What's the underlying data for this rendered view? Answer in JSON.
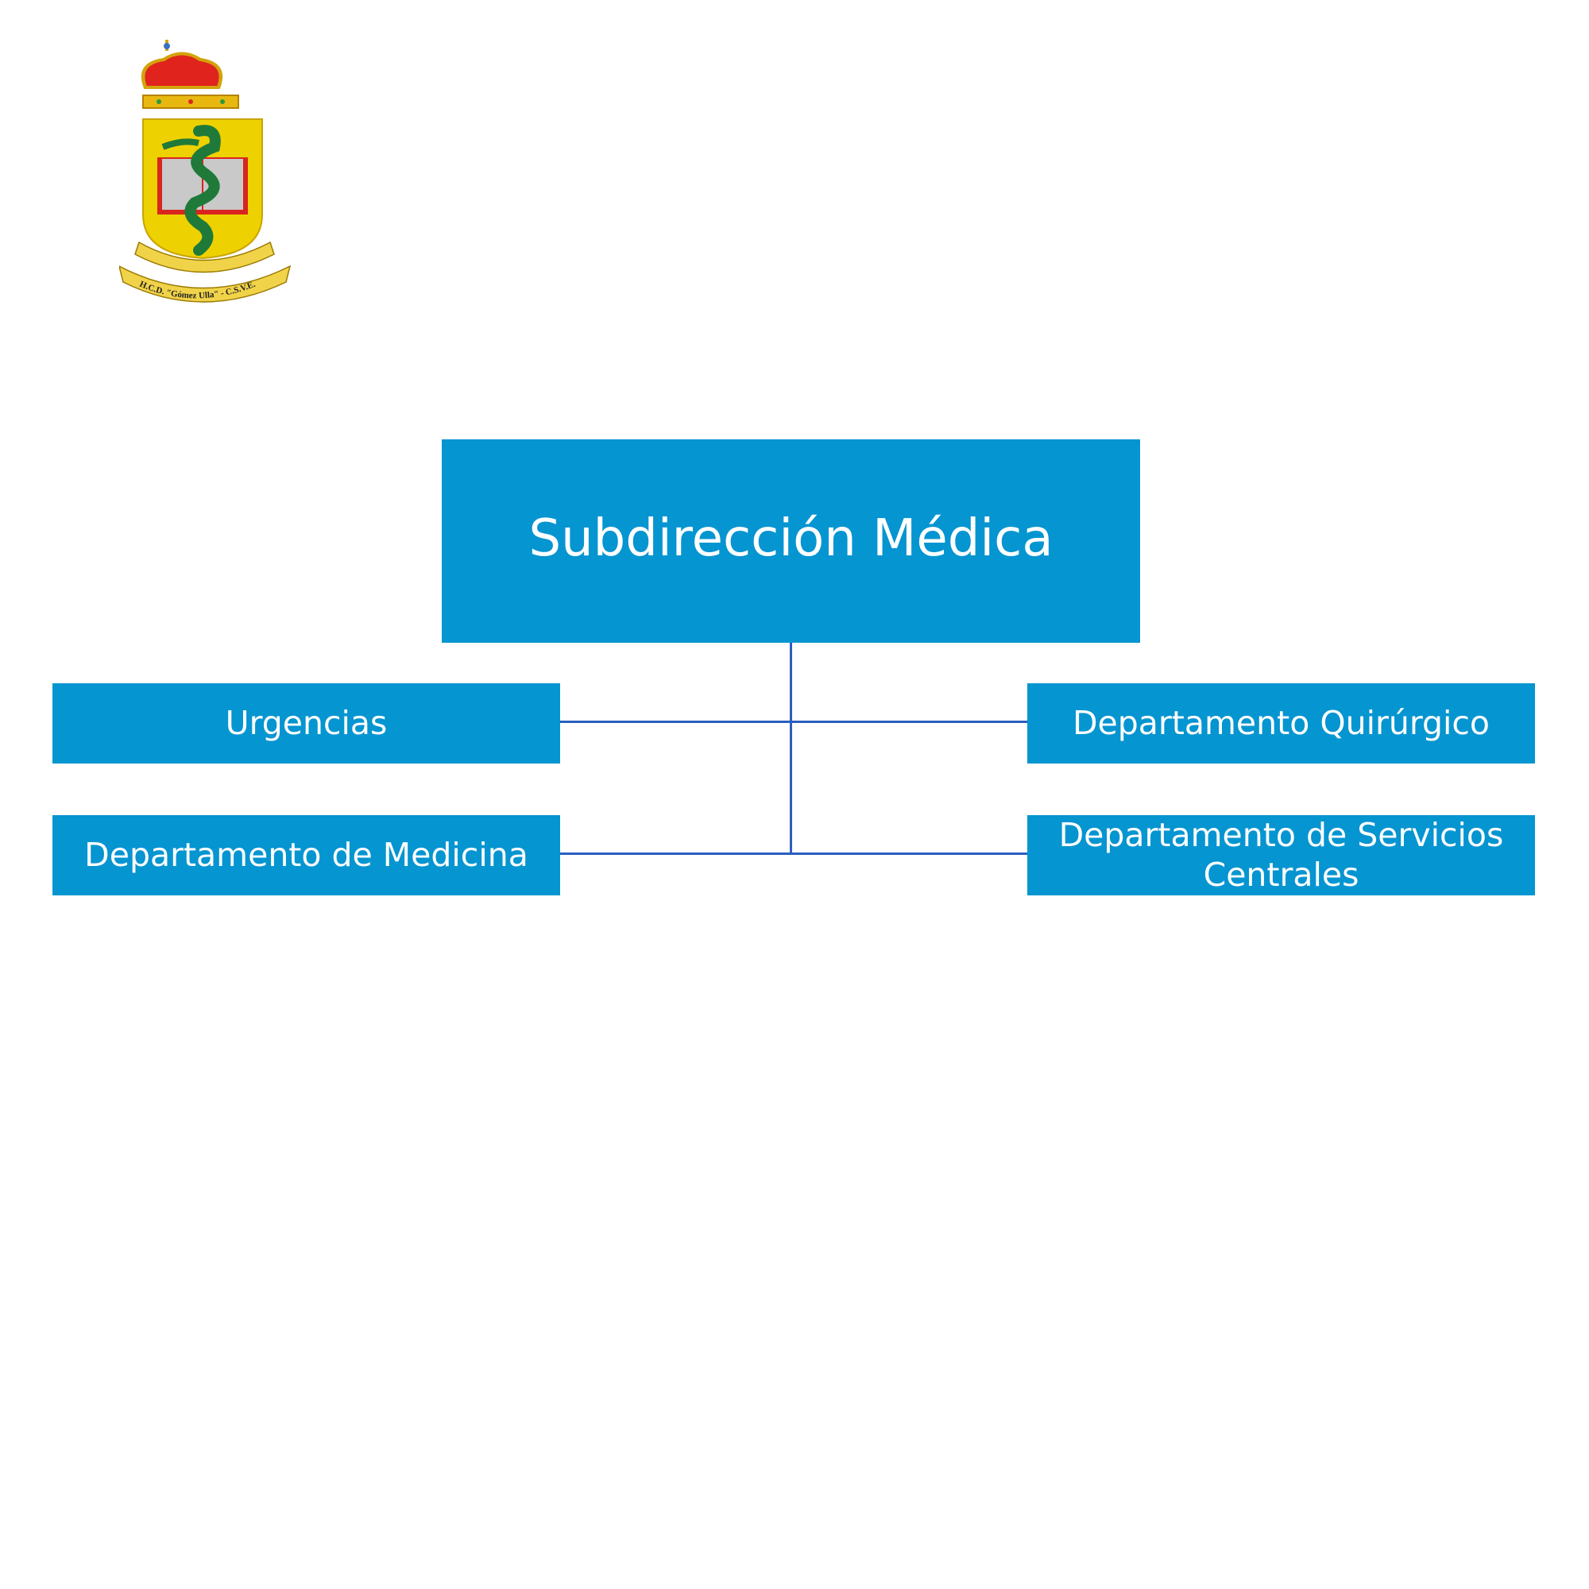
{
  "logo": {
    "name": "H.C.D. Gómez Ulla coat of arms",
    "ribbon_text": "H.C.D. \"Gómez Ulla\" - C.S.V.E."
  },
  "org_chart": {
    "root": "Subdirección Médica",
    "children": [
      "Urgencias",
      "Departamento Quirúrgico",
      "Departamento de Medicina",
      "Departamento de Servicios Centrales"
    ]
  },
  "colors": {
    "box": "#0595d1",
    "connector": "#2a5fbf",
    "text": "#ffffff"
  }
}
